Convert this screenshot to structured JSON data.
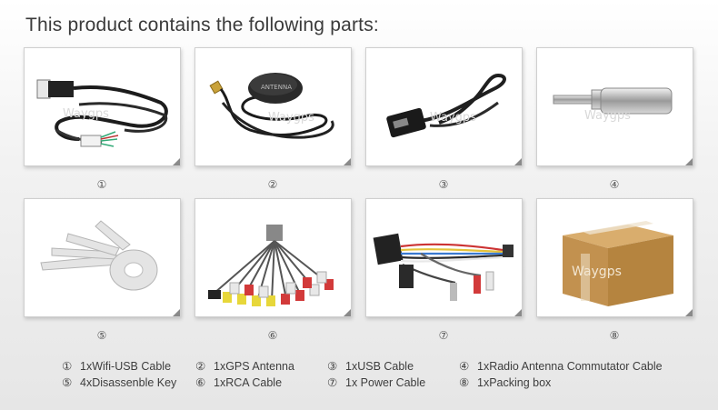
{
  "title": "This product contains the following parts:",
  "cards": [
    {
      "mark": "①"
    },
    {
      "mark": "②"
    },
    {
      "mark": "③"
    },
    {
      "mark": "④"
    },
    {
      "mark": "⑤"
    },
    {
      "mark": "⑥"
    },
    {
      "mark": "⑦"
    },
    {
      "mark": "⑧"
    }
  ],
  "watermark": "Waygps",
  "legend": [
    {
      "mark": "①",
      "label": "1xWifi-USB Cable"
    },
    {
      "mark": "②",
      "label": "1xGPS Antenna"
    },
    {
      "mark": "③",
      "label": "1xUSB Cable"
    },
    {
      "mark": "④",
      "label": "1xRadio Antenna Commutator Cable"
    },
    {
      "mark": "⑤",
      "label": "4xDisassenble Key"
    },
    {
      "mark": "⑥",
      "label": "1xRCA Cable"
    },
    {
      "mark": "⑦",
      "label": "1x Power Cable"
    },
    {
      "mark": "⑧",
      "label": "1xPacking box"
    }
  ],
  "colors": {
    "background": "#eeeeee",
    "title": "#3a3a3a",
    "card_border": "#cfcfcf",
    "box": "#c99a5c"
  }
}
